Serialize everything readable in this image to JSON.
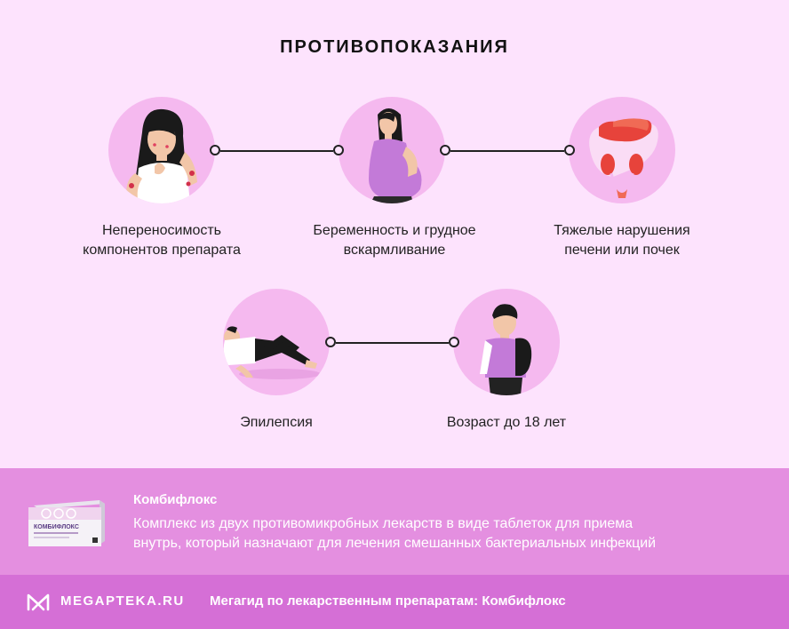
{
  "title": "ПРОТИВОПОКАЗАНИЯ",
  "items": [
    {
      "line1": "Непереносимость",
      "line2": "компонентов препарата",
      "icon": "allergy-woman-icon"
    },
    {
      "line1": "Беременность и грудное",
      "line2": "вскармливание",
      "icon": "pregnant-woman-icon"
    },
    {
      "line1": "Тяжелые нарушения",
      "line2": "печени или почек",
      "icon": "liver-kidneys-icon"
    },
    {
      "line1": "Эпилепсия",
      "line2": "",
      "icon": "epilepsy-person-icon"
    },
    {
      "line1": "Возраст до 18 лет",
      "line2": "",
      "icon": "teenager-icon"
    }
  ],
  "product": {
    "name": "Комбифлокс",
    "description_line1": "Комплекс из двух противомикробных лекарств в виде таблеток для приема",
    "description_line2": "внутрь, который назначают для лечения смешанных бактериальных инфекций",
    "box_label": "КОМБИФЛОКС"
  },
  "footer": {
    "brand": "MEGAPTEKA.RU",
    "text": "Мегагид по лекарственным препаратам: Комбифлокс"
  },
  "colors": {
    "background": "#fde3fd",
    "circle": "#f5b9ef",
    "product_band": "#e48fe0",
    "footer_band": "#d56fd6",
    "accent_purple": "#c37ad8"
  }
}
